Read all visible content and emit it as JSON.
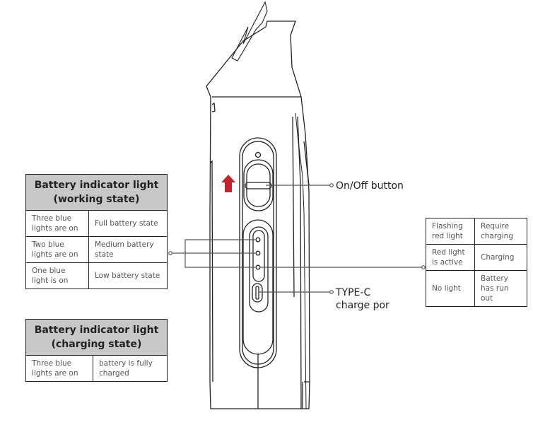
{
  "working_table": {
    "title_line1": "Battery indicator light",
    "title_line2": "(working state)",
    "rows": [
      {
        "light": "Three blue lights are on",
        "state": "Full battery state"
      },
      {
        "light": "Two blue lights are on",
        "state": "Medium battery state"
      },
      {
        "light": "One blue light is on",
        "state": "Low battery state"
      }
    ]
  },
  "charging_table": {
    "title_line1": "Battery indicator light",
    "title_line2": "(charging state)",
    "rows": [
      {
        "light": "Three blue lights are on",
        "state": "battery is fully charged"
      }
    ]
  },
  "red_table": {
    "rows": [
      {
        "light": "Flashing red light",
        "state": "Require charging"
      },
      {
        "light": "Red light is active",
        "state": "Charging"
      },
      {
        "light": "No light",
        "state": "Battery has run out"
      }
    ]
  },
  "labels": {
    "onoff": "On/Off button",
    "typec_line1": "TYPE-C",
    "typec_line2": "charge por"
  },
  "colors": {
    "arrow": "#c4232b"
  }
}
